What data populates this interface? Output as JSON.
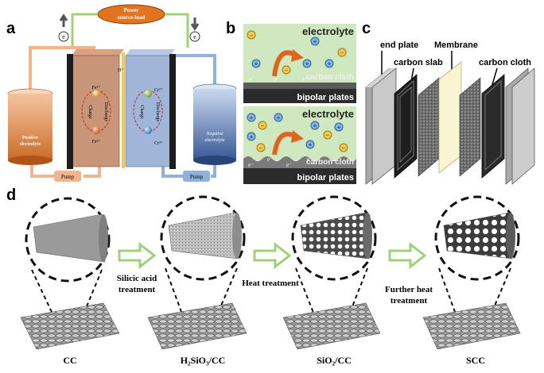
{
  "panels": {
    "a": "a",
    "b": "b",
    "c": "c",
    "d": "d"
  },
  "panel_a": {
    "power_label_line1": "Power",
    "power_label_line2": "source-load",
    "electron_symbol": "e",
    "left_tank_line1": "Positive",
    "left_tank_line2": "electrolyte",
    "right_tank_line1": "Negative",
    "right_tank_line2": "electrolyte",
    "pump_left": "Pump",
    "pump_right": "Pump",
    "hplus": "H⁺",
    "fe3": "Fe³⁺",
    "fe2": "Fe²⁺",
    "cr2": "Cr²⁺",
    "cr3": "Cr³⁺",
    "charge": "Charge",
    "discharge": "Discharge"
  },
  "panel_b": {
    "top_electrolyte": "electrolyte",
    "top_carbon": "carbon cloth",
    "top_bipolar": "bipolar plates",
    "bottom_electrolyte": "electrolyte",
    "bottom_carbon": "carbon cloth",
    "bottom_bipolar": "bipolar plates",
    "electron": "e⁻"
  },
  "panel_c": {
    "end_plate": "end plate",
    "carbon_slab": "carbon slab",
    "membrane": "Membrane",
    "carbon_cloth": "carbon cloth"
  },
  "panel_d": {
    "arrow1_line1": "Silicic acid",
    "arrow1_line2": "treatment",
    "arrow2_line1": "Heat treatment",
    "arrow3_line1": "Further heat",
    "arrow3_line2": "treatment",
    "sample1": "CC",
    "sample2": "H₂SiO₃/CC",
    "sample3": "SiO₂/CC",
    "sample4": "SCC"
  },
  "colors": {
    "orange": "#f3a46c",
    "blue": "#8fb2dd",
    "arrow_green": "#9fd07a",
    "bg_green": "#cfe8c0"
  }
}
